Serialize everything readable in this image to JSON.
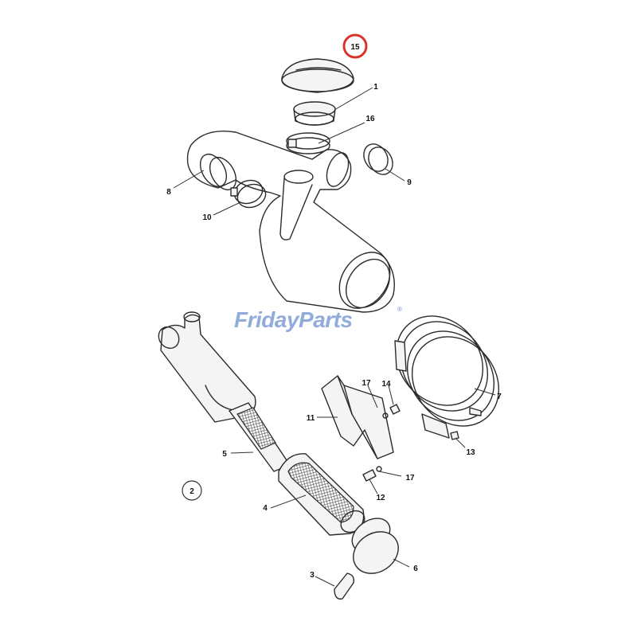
{
  "watermark": {
    "text": "FridayParts",
    "mark": "®",
    "color": "#6d8fd0"
  },
  "highlight": {
    "callout": "15",
    "color": "#d9342b"
  },
  "callouts": {
    "c1": "1",
    "c2": "2",
    "c3": "3",
    "c4": "4",
    "c5": "5",
    "c6": "6",
    "c7": "7",
    "c8": "8",
    "c9": "9",
    "c10": "10",
    "c11": "11",
    "c12": "12",
    "c13": "13",
    "c14": "14",
    "c15": "15",
    "c16": "16",
    "c17a": "17",
    "c17b": "17"
  }
}
